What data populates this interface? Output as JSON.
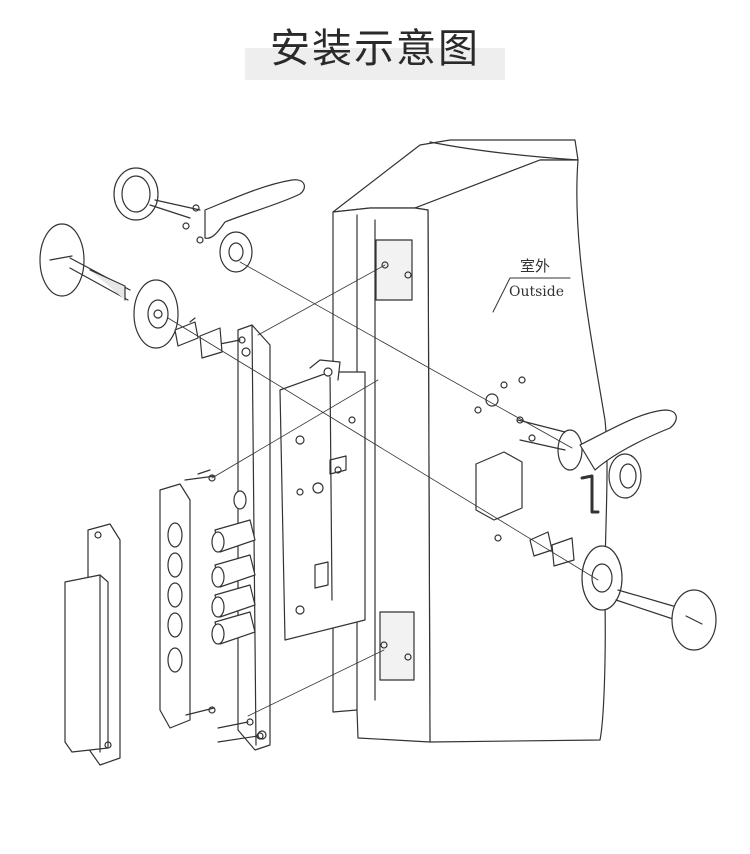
{
  "title": "安装示意图",
  "labels": {
    "outside_cn": "室外",
    "outside_en": "Outside"
  },
  "colors": {
    "line": "#333333",
    "title_bar": "#eeeeee",
    "fill": "#ffffff",
    "shade": "#e6e6e6"
  }
}
